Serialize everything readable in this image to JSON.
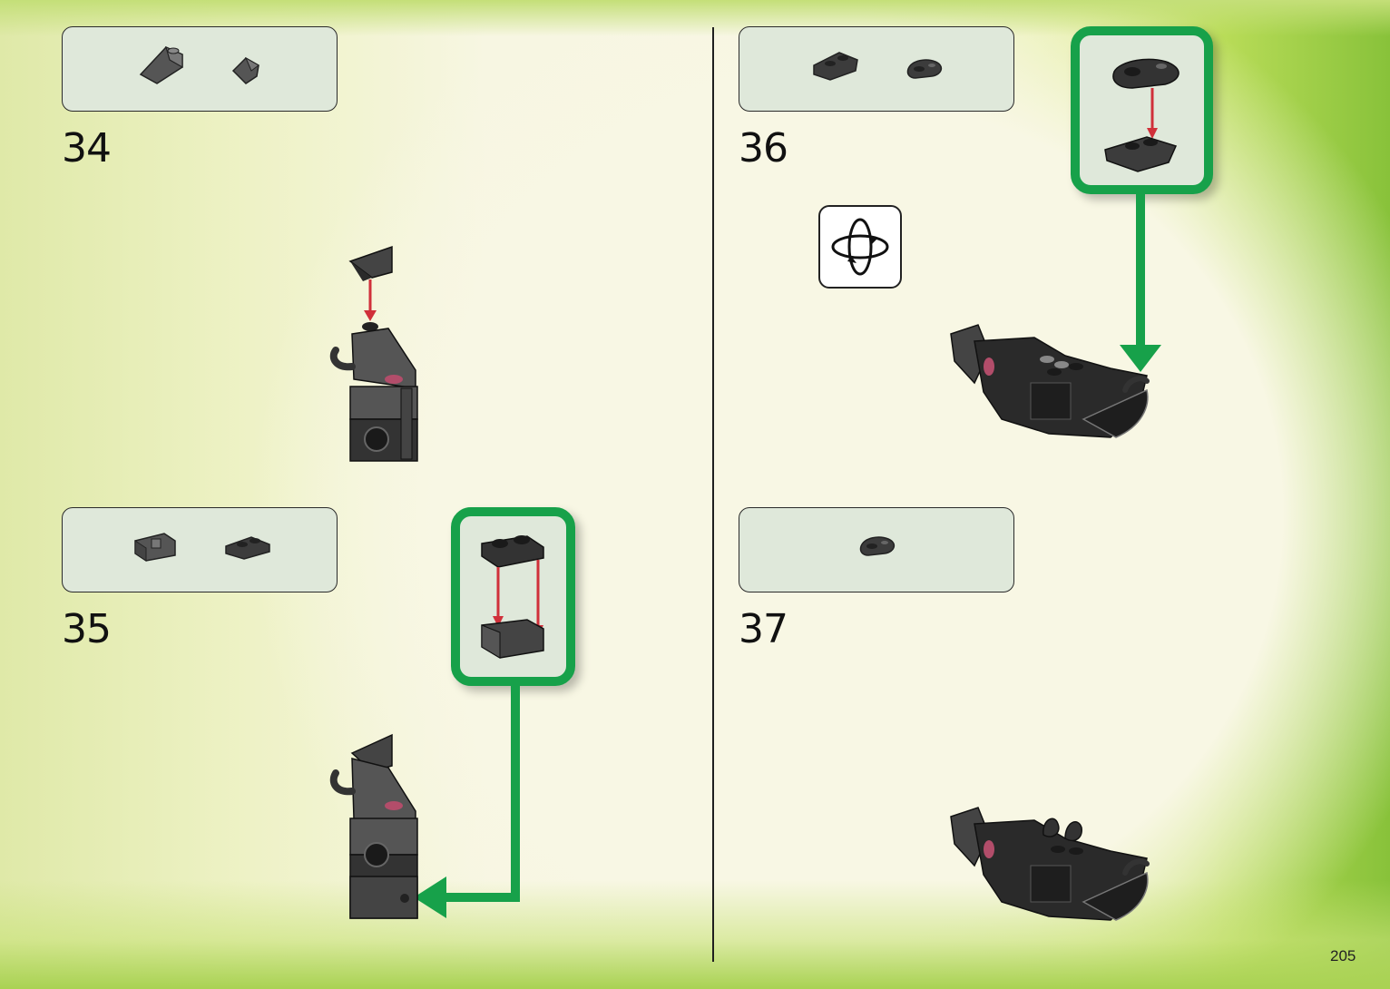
{
  "steps": [
    {
      "number": "34"
    },
    {
      "number": "35"
    },
    {
      "number": "36"
    },
    {
      "number": "37"
    }
  ],
  "page": {
    "number": "205"
  },
  "icons": {
    "rotate": "rotate-model-icon"
  },
  "colors": {
    "callout_border": "#17a14a",
    "parts_box": "#dfe8da",
    "arrow_red": "#d0303a",
    "brick_dark": "#3c3c3c"
  }
}
